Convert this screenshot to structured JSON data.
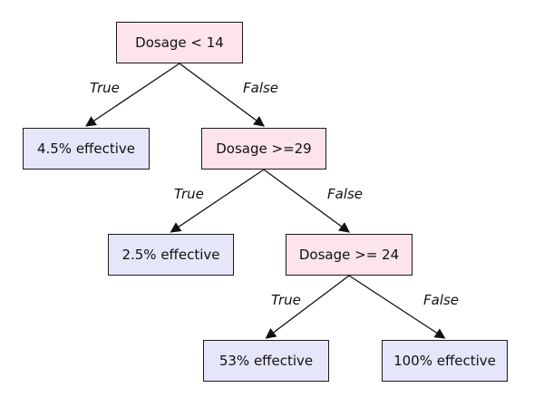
{
  "colors": {
    "decision_fill": "#fde3ec",
    "leaf_fill": "#e6e6fa",
    "stroke": "#1a1a1a"
  },
  "nodes": [
    {
      "id": "root",
      "kind": "decision",
      "label": "Dosage < 14"
    },
    {
      "id": "leaf1",
      "kind": "leaf",
      "label": "4.5% effective"
    },
    {
      "id": "split29",
      "kind": "decision",
      "label": "Dosage >=29"
    },
    {
      "id": "leaf2",
      "kind": "leaf",
      "label": "2.5% effective"
    },
    {
      "id": "split24",
      "kind": "decision",
      "label": "Dosage >= 24"
    },
    {
      "id": "leaf3",
      "kind": "leaf",
      "label": "53% effective"
    },
    {
      "id": "leaf4",
      "kind": "leaf",
      "label": "100% effective"
    }
  ],
  "edges": [
    {
      "from": "root",
      "to": "leaf1",
      "label": "True"
    },
    {
      "from": "root",
      "to": "split29",
      "label": "False"
    },
    {
      "from": "split29",
      "to": "leaf2",
      "label": "True"
    },
    {
      "from": "split29",
      "to": "split24",
      "label": "False"
    },
    {
      "from": "split24",
      "to": "leaf3",
      "label": "True"
    },
    {
      "from": "split24",
      "to": "leaf4",
      "label": "False"
    }
  ]
}
